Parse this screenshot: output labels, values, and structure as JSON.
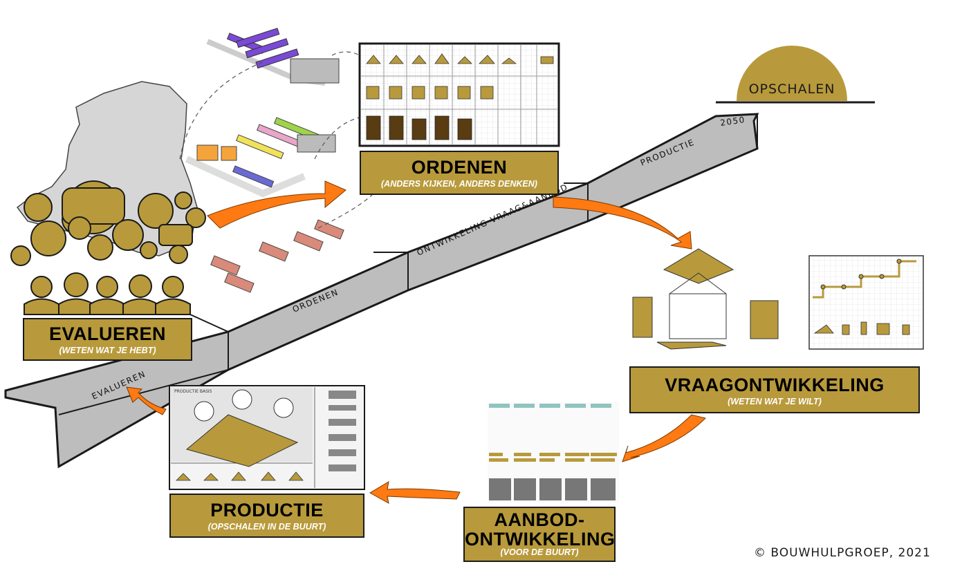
{
  "steps": {
    "evalueren": {
      "title": "EVALUEREN",
      "subtitle": "(WETEN WAT JE HEBT)"
    },
    "ordenen": {
      "title": "ORDENEN",
      "subtitle": "(ANDERS KIJKEN, ANDERS DENKEN)"
    },
    "vraag": {
      "title": "VRAAGONTWIKKELING",
      "subtitle": "(WETEN WAT JE WILT)"
    },
    "aanbod": {
      "title_line1": "AANBOD-",
      "title_line2": "ONTWIKKELING",
      "subtitle": "(VOOR DE BUURT)"
    },
    "productie": {
      "title": "PRODUCTIE",
      "subtitle": "(OPSCHALEN IN DE BUURT)"
    }
  },
  "road_labels": {
    "evalueren": "EVALUEREN",
    "ordenen": "ORDENEN",
    "ontwikkeling": "ONTWIKKELING VRAAG&AANBOD",
    "productie": "PRODUCTIE",
    "year": "2050"
  },
  "goal": {
    "label": "OPSCHALEN"
  },
  "copyright": "© BOUWHULPGROEP, 2021",
  "panel_productie": {
    "title": "PRODUCTIE BASIS"
  },
  "colors": {
    "gold": "#b89a3c",
    "orange": "#ff7a12",
    "road": "#bdbdbd",
    "ink": "#1a1a1a"
  }
}
